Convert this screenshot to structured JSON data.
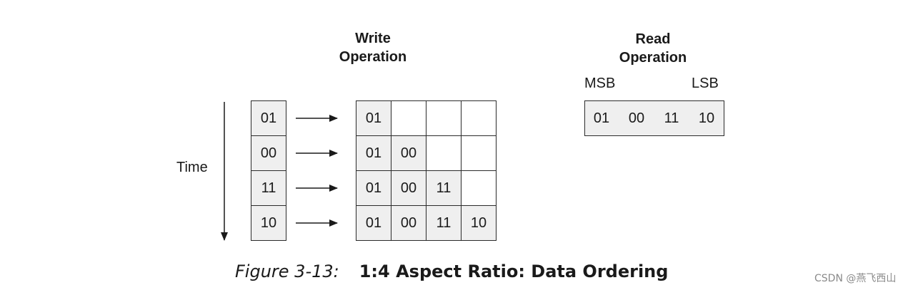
{
  "write_heading": [
    "Write",
    "Operation"
  ],
  "read_heading": [
    "Read",
    "Operation"
  ],
  "time_label": "Time",
  "msb_label": "MSB",
  "lsb_label": "LSB",
  "input_words": [
    "01",
    "00",
    "11",
    "10"
  ],
  "write_grid": [
    [
      "01",
      "",
      "",
      ""
    ],
    [
      "01",
      "00",
      "",
      ""
    ],
    [
      "01",
      "00",
      "11",
      ""
    ],
    [
      "01",
      "00",
      "11",
      "10"
    ]
  ],
  "read_values": [
    "01",
    "00",
    "11",
    "10"
  ],
  "caption": {
    "figure": "Figure 3-13:",
    "title": "1:4 Aspect Ratio: Data Ordering"
  },
  "watermark": "CSDN @燕飞西山"
}
